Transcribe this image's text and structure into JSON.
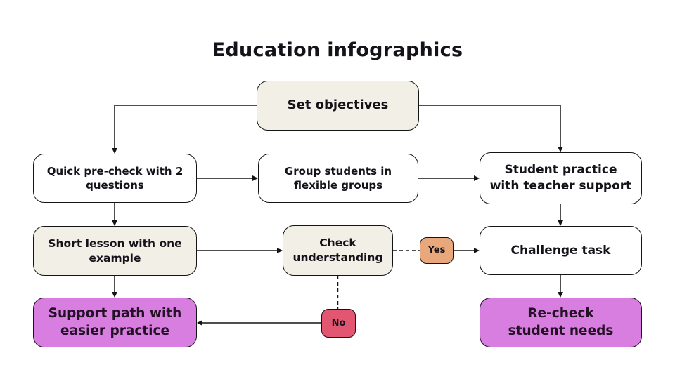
{
  "title": "Education infographics",
  "colors": {
    "background": "#ffffff",
    "line": "#141414",
    "text": "#15121a",
    "text_dark": "#241126",
    "cream": "#f2efe6",
    "white_node": "#ffffff",
    "purple": "#d77ee0",
    "orange": "#e9a77c",
    "red": "#e25672"
  },
  "nodes": {
    "set_objectives": {
      "label": "Set objectives"
    },
    "quick_precheck": {
      "label": [
        "Quick pre-check with 2",
        "questions"
      ]
    },
    "group_students": {
      "label": [
        "Group students in",
        "flexible groups"
      ]
    },
    "student_practice": {
      "label": [
        "Student practice",
        "with teacher support"
      ]
    },
    "short_lesson": {
      "label": [
        "Short lesson with one",
        "example"
      ]
    },
    "check_understanding": {
      "label": [
        "Check",
        "understanding"
      ]
    },
    "challenge_task": {
      "label": "Challenge task"
    },
    "support_path": {
      "label": [
        "Support path with",
        "easier practice"
      ]
    },
    "recheck_needs": {
      "label": [
        "Re-check",
        "student needs"
      ]
    },
    "decision_yes": {
      "label": "Yes"
    },
    "decision_no": {
      "label": "No"
    }
  }
}
